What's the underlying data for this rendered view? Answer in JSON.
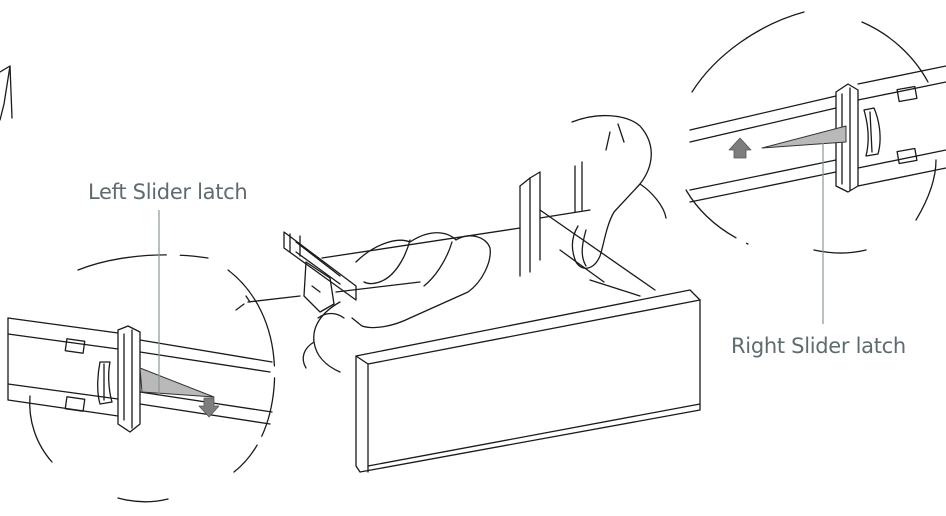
{
  "labels": {
    "left": "Left Slider latch",
    "right": "Right Slider latch"
  },
  "colors": {
    "line": "#1a1a1a",
    "label_text": "#5f6b6f",
    "leader_line": "#8a9699",
    "latch_fill": "#b9b9b9",
    "arrow_fill": "#7d7d7d"
  },
  "arrows": {
    "left_detail": "down",
    "right_detail": "up"
  }
}
